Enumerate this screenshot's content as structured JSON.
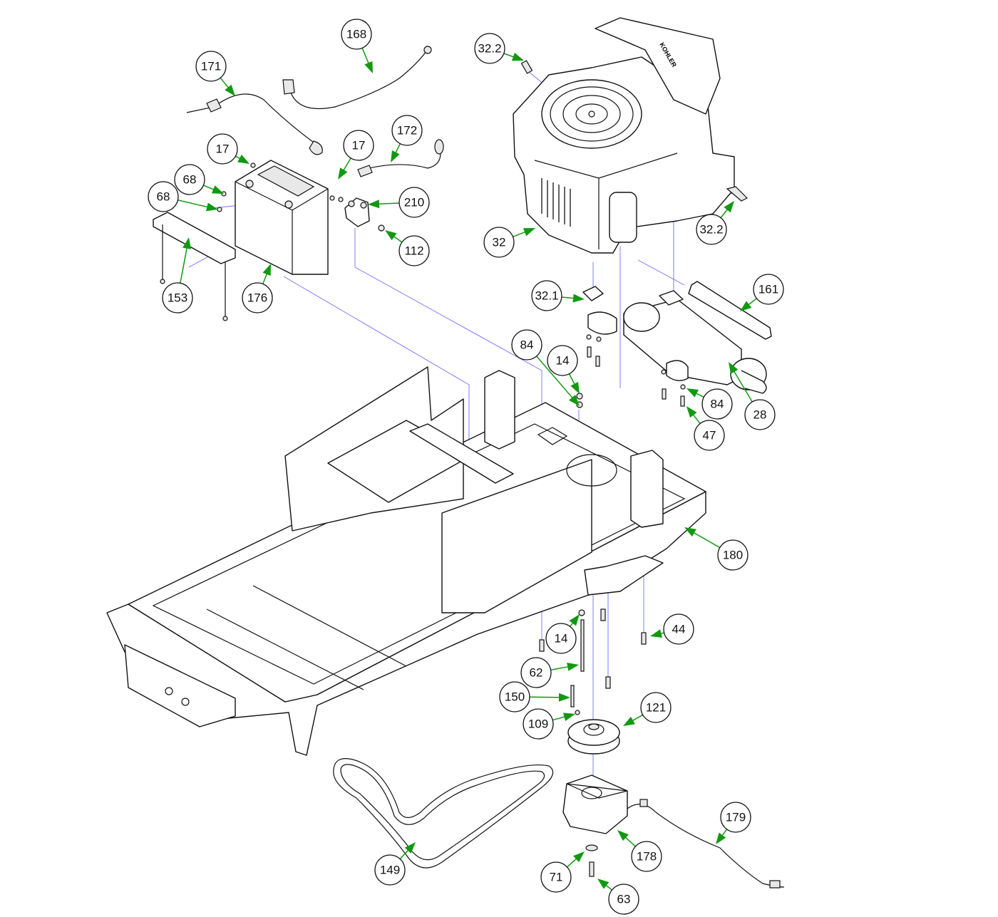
{
  "diagram": {
    "type": "exploded-parts-diagram",
    "engine_logo_text": "KOHLER",
    "arrow_color": "#119911",
    "leader_line_color": "#7070ff",
    "callouts": [
      "168",
      "171",
      "32.2",
      "172",
      "17",
      "17",
      "68",
      "68",
      "210",
      "112",
      "153",
      "176",
      "32",
      "32.2",
      "32.1",
      "161",
      "84",
      "14",
      "84",
      "28",
      "47",
      "180",
      "44",
      "14",
      "62",
      "150",
      "121",
      "109",
      "179",
      "178",
      "149",
      "71",
      "63"
    ]
  }
}
